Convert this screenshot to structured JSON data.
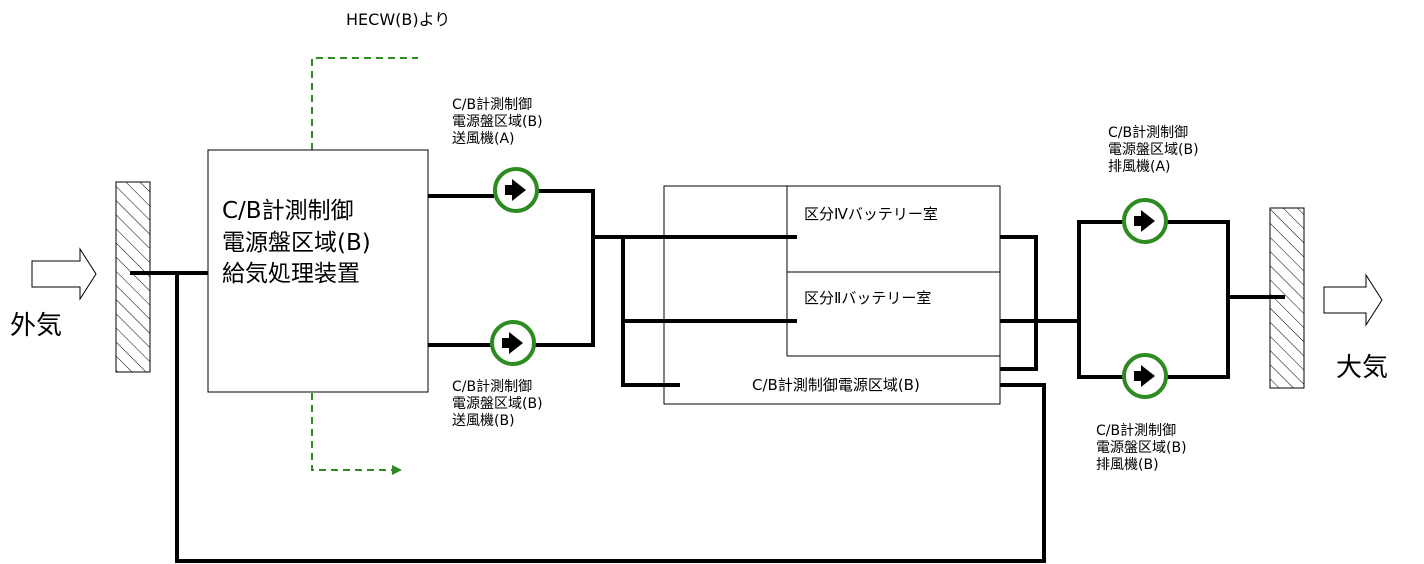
{
  "hecw_note": "HECW(B)より",
  "ahu": {
    "line1": "C/B計測制御",
    "line2": "電源盤区域(B)",
    "line3": "給気処理装置"
  },
  "outside_air": "外気",
  "atmosphere": "大気",
  "supply_fan_a": {
    "line1": "C/B計測制御",
    "line2": "電源盤区域(B)",
    "line3": "送風機(A)"
  },
  "supply_fan_b": {
    "line1": "C/B計測制御",
    "line2": "電源盤区域(B)",
    "line3": "送風機(B)"
  },
  "exhaust_fan_a": {
    "line1": "C/B計測制御",
    "line2": "電源盤区域(B)",
    "line3": "排風機(A)"
  },
  "exhaust_fan_b": {
    "line1": "C/B計測制御",
    "line2": "電源盤区域(B)",
    "line3": "排風機(B)"
  },
  "rooms": {
    "battery4": "区分Ⅳバッテリー室",
    "battery2": "区分Ⅱバッテリー室",
    "power_area": "C/B計測制御電源区域(B)"
  },
  "colors": {
    "line": "#000000",
    "fan_ring": "#2e8b22",
    "dashed": "#2e8b22"
  }
}
